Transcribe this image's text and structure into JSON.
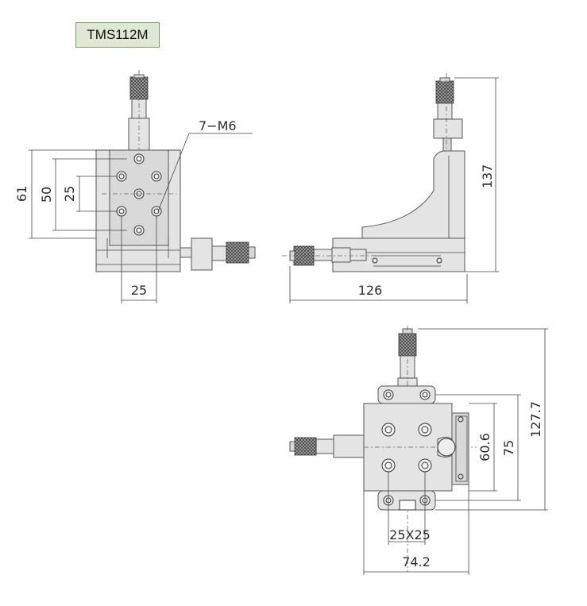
{
  "model": "TMS112M",
  "callouts": {
    "holes": "7−M6"
  },
  "dimensions": {
    "front_height_61": "61",
    "front_hole_span_50": "50",
    "front_hole_pitch_25": "25",
    "front_width_25": "25",
    "side_height_137": "137",
    "side_length_126": "126",
    "top_height_127_7": "127.7",
    "top_height_75": "75",
    "top_height_60_6": "60.6",
    "top_grid_25x25": "25X25",
    "top_width_74_2": "74.2"
  }
}
